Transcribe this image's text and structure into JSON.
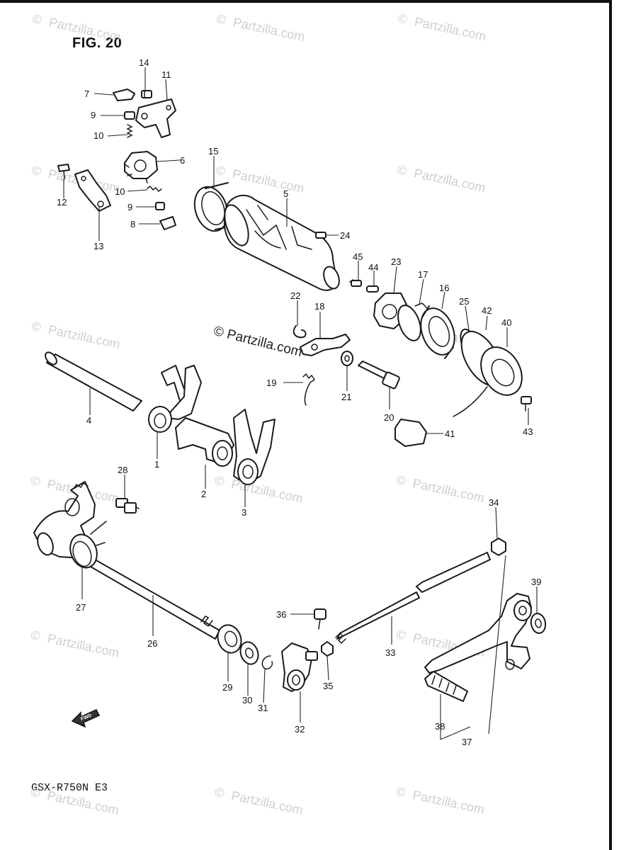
{
  "figure": {
    "title": "FIG. 20",
    "model": "GSX-R750N E3",
    "fwd_label": "FWD"
  },
  "watermark": {
    "main": "© Partzilla.com",
    "symbol": "©",
    "repeat": "Partzilla.com"
  },
  "callouts": {
    "c1": "1",
    "c2": "2",
    "c3": "3",
    "c4": "4",
    "c5": "5",
    "c6": "6",
    "c7": "7",
    "c8": "8",
    "c9a": "9",
    "c9b": "9",
    "c10a": "10",
    "c10b": "10",
    "c11": "11",
    "c12": "12",
    "c13": "13",
    "c14": "14",
    "c15": "15",
    "c16": "16",
    "c17": "17",
    "c18": "18",
    "c19": "19",
    "c20": "20",
    "c21": "21",
    "c22": "22",
    "c23": "23",
    "c24": "24",
    "c25": "25",
    "c26": "26",
    "c27": "27",
    "c28": "28",
    "c29": "29",
    "c30": "30",
    "c31": "31",
    "c32": "32",
    "c33": "33",
    "c34": "34",
    "c35": "35",
    "c36": "36",
    "c37": "37",
    "c38": "38",
    "c39": "39",
    "c40": "40",
    "c41": "41",
    "c42": "42",
    "c43": "43",
    "c44": "44",
    "c45": "45"
  }
}
